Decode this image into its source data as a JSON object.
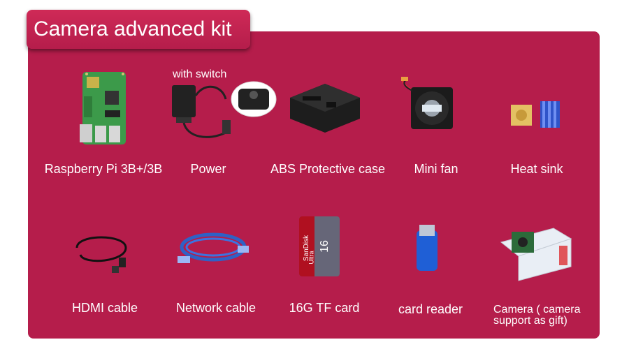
{
  "title": "Camera advanced kit",
  "note": "with switch",
  "items": [
    {
      "label": "Raspberry Pi 3B+/3B"
    },
    {
      "label": "Power"
    },
    {
      "label": "ABS Protective case"
    },
    {
      "label": "Mini fan"
    },
    {
      "label": "Heat sink"
    },
    {
      "label": "HDMI cable"
    },
    {
      "label": "Network cable"
    },
    {
      "label": "16G TF card"
    },
    {
      "label": "card reader"
    },
    {
      "label": "Camera ( camera support as gift)"
    }
  ],
  "card_text": {
    "brand": "SanDisk",
    "series": "Ultra",
    "capacity": "16"
  },
  "colors": {
    "panel": "#b51d4b",
    "title_bg": "#cf2a57",
    "text": "#ffffff"
  }
}
